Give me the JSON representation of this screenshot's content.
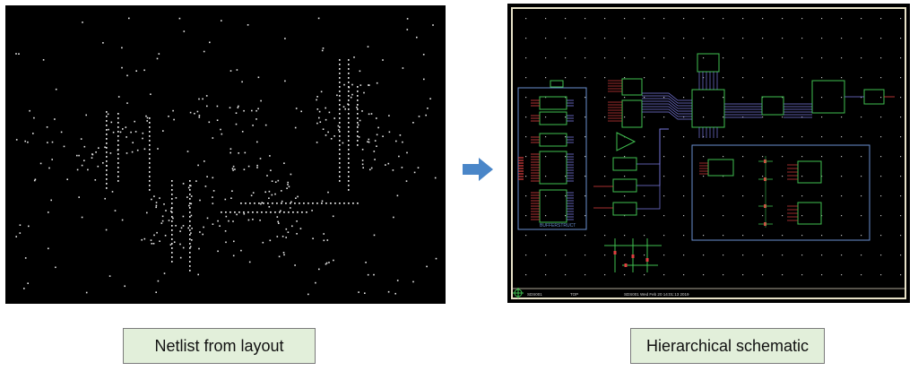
{
  "left_panel": {
    "caption": "Netlist from layout"
  },
  "right_panel": {
    "caption": "Hierarchical schematic",
    "block_label": "BUFFERSTRUCT",
    "footer_text_1": "SDS001",
    "footer_text_2": "TOP",
    "footer_text_3": "SDS001 Wed Feb 20 14:01:13 2019"
  },
  "colors": {
    "arrow": "#4a86c8",
    "caption_bg": "#e2efda",
    "schematic_border": "#e8e2c8",
    "block_outline": "#6a8fd0",
    "component_outline": "#3fbf4f",
    "wire_red": "#e04040",
    "wire_blue": "#7a7ae0"
  }
}
